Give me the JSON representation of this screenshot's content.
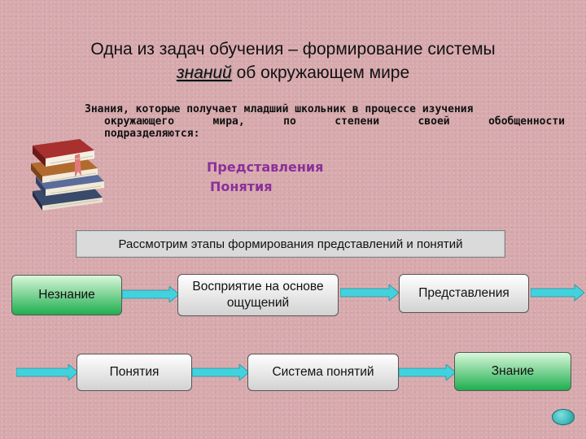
{
  "title": {
    "line1": "Одна из задач обучения – формирование системы",
    "line2_em": "знаний",
    "line2_rest": " об окружающем мире"
  },
  "intro": {
    "line1": "Знания, которые получает младший школьник в процессе изучения",
    "line2": "окружающего мира, по степени своей обобщенности",
    "line3": "подразделяются:"
  },
  "kinds": [
    "Представления",
    "Понятия"
  ],
  "banner": "Рассмотрим этапы формирования представлений и понятий",
  "stages": {
    "ignorance": "Незнание",
    "perception_line1": "Восприятие на основе",
    "perception_line2": "ощущений",
    "representations": "Представления",
    "concepts": "Понятия",
    "system": "Система понятий",
    "knowledge": "Знание"
  },
  "colors": {
    "kind_text": "#8b2f9a",
    "arrow_fill": "#41d2dd",
    "green_box": "#1fae4f"
  },
  "icons": [
    "books-stack-icon",
    "arrow-right-icon",
    "nav-dot-icon"
  ]
}
